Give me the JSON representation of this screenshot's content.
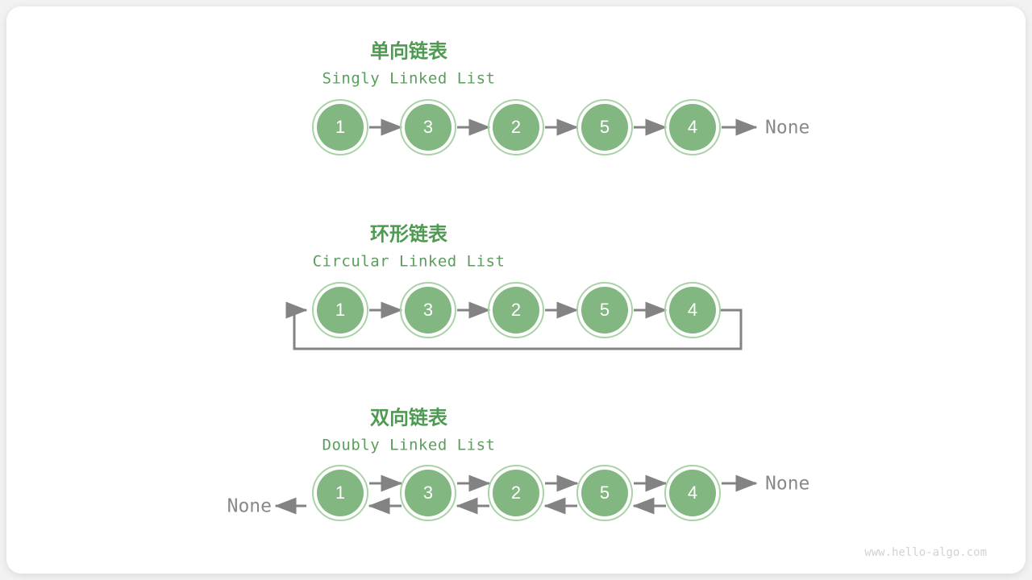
{
  "page": {
    "background_color": "#f2f2f2",
    "card_color": "#ffffff",
    "watermark": "www.hello-algo.com"
  },
  "theme": {
    "title_color": "#4f9a52",
    "subtitle_color": "#5a9e5c",
    "node_fill": "#82b781",
    "node_ring": "#a9d3a6",
    "node_label_color": "#ffffff",
    "arrow_color": "#838383",
    "none_text_color": "#898989"
  },
  "sections": [
    {
      "id": "singly",
      "title": "单向链表",
      "subtitle": "Singly Linked List",
      "nodes": [
        "1",
        "3",
        "2",
        "5",
        "4"
      ],
      "tail_terminator": "None",
      "head_terminator": null,
      "circular": false,
      "doubly": false
    },
    {
      "id": "circular",
      "title": "环形链表",
      "subtitle": "Circular Linked List",
      "nodes": [
        "1",
        "3",
        "2",
        "5",
        "4"
      ],
      "tail_terminator": null,
      "head_terminator": null,
      "circular": true,
      "doubly": false
    },
    {
      "id": "doubly",
      "title": "双向链表",
      "subtitle": "Doubly Linked List",
      "nodes": [
        "1",
        "3",
        "2",
        "5",
        "4"
      ],
      "tail_terminator": "None",
      "head_terminator": "None",
      "circular": false,
      "doubly": true
    }
  ]
}
